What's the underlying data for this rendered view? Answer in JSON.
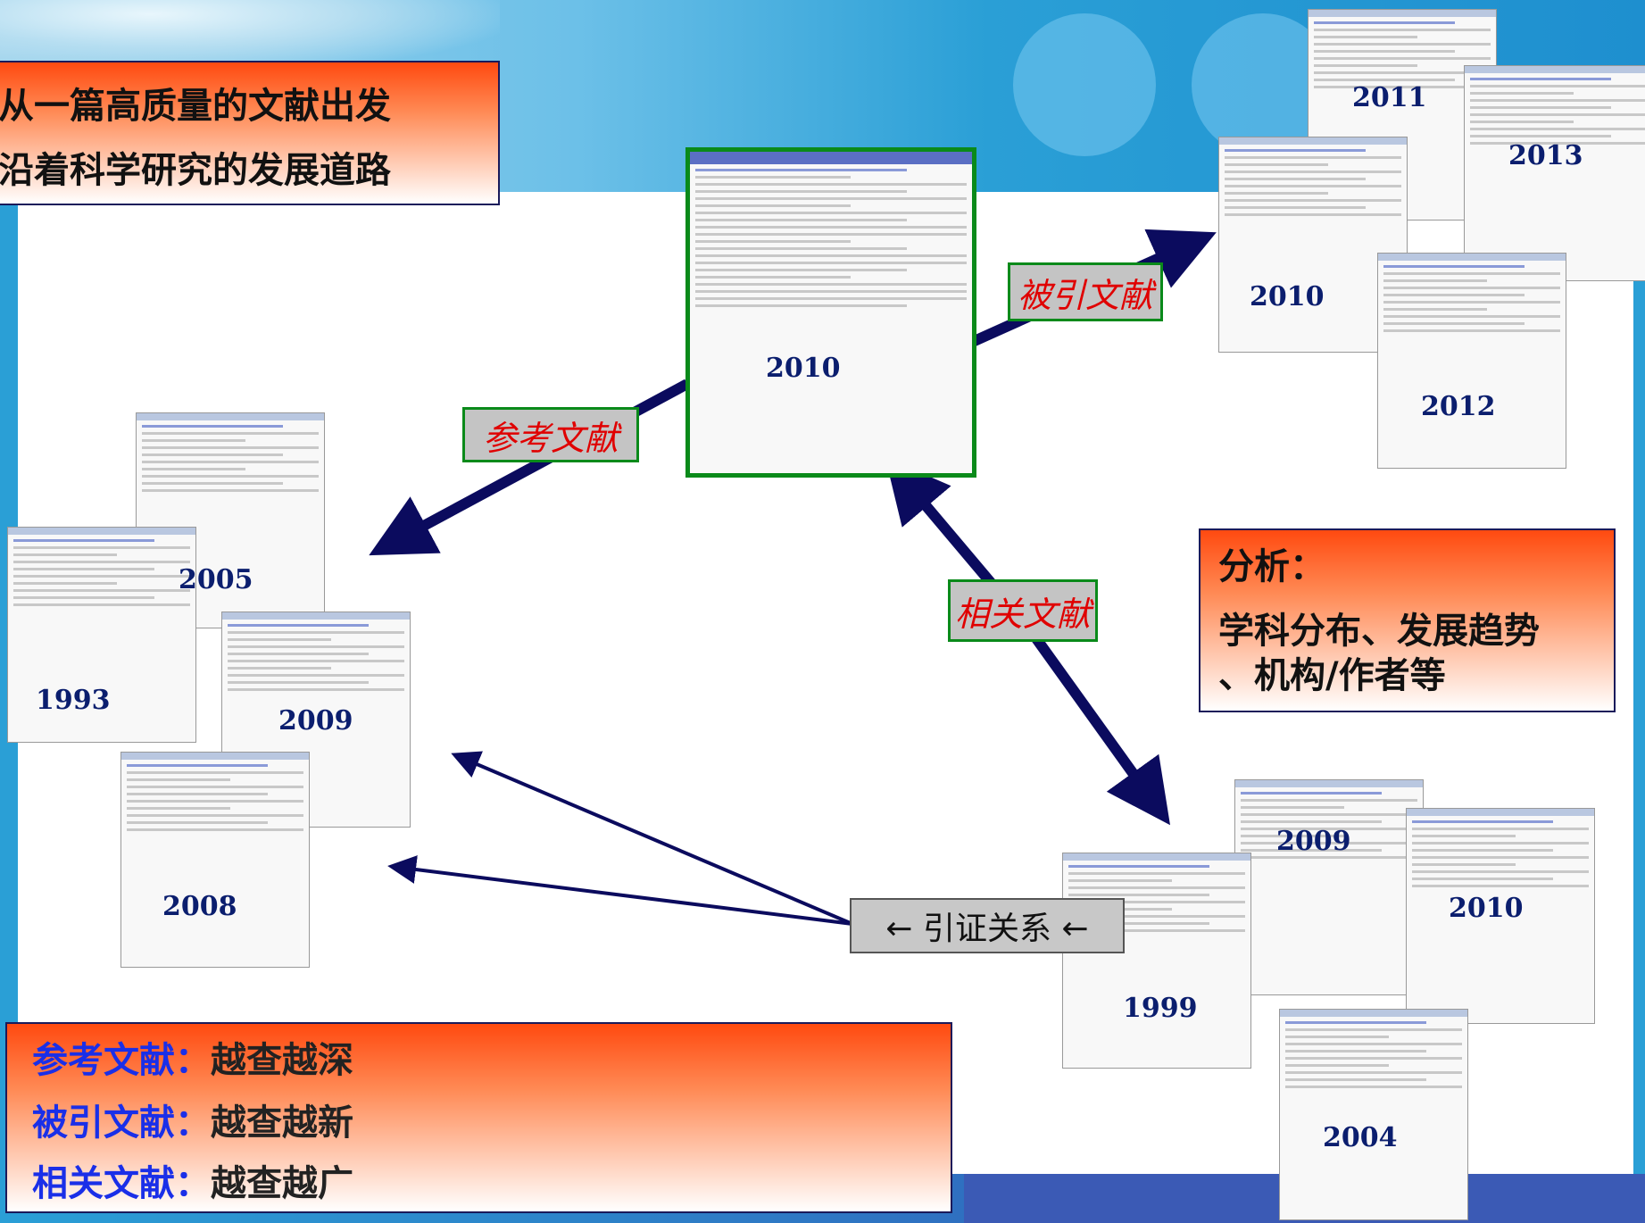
{
  "header": {
    "line1": "从一篇高质量的文献出发",
    "line2": "沿着科学研究的发展道路"
  },
  "center": {
    "year": "2010"
  },
  "labels": {
    "cited": "被引文献",
    "references": "参考文献",
    "related": "相关文献",
    "citation_relation": "← 引证关系 ←"
  },
  "cited_years": [
    "2011",
    "2013",
    "2010",
    "2012"
  ],
  "reference_years": [
    "2005",
    "1993",
    "2009",
    "2008"
  ],
  "related_years": [
    "2009",
    "2010",
    "1999",
    "2004"
  ],
  "analysis": {
    "title": "分析：",
    "line1": "学科分布、发展趋势",
    "line2": "、机构/作者等"
  },
  "summary": [
    {
      "label": "参考文献：",
      "text": "越查越深"
    },
    {
      "label": "被引文献：",
      "text": "越查越新"
    },
    {
      "label": "相关文献：",
      "text": "越查越广"
    }
  ],
  "colors": {
    "label_text": "#e00000",
    "label_border": "#0a8a1a",
    "arrow": "#0b0b5e",
    "summary_label": "#1a2fe8"
  }
}
